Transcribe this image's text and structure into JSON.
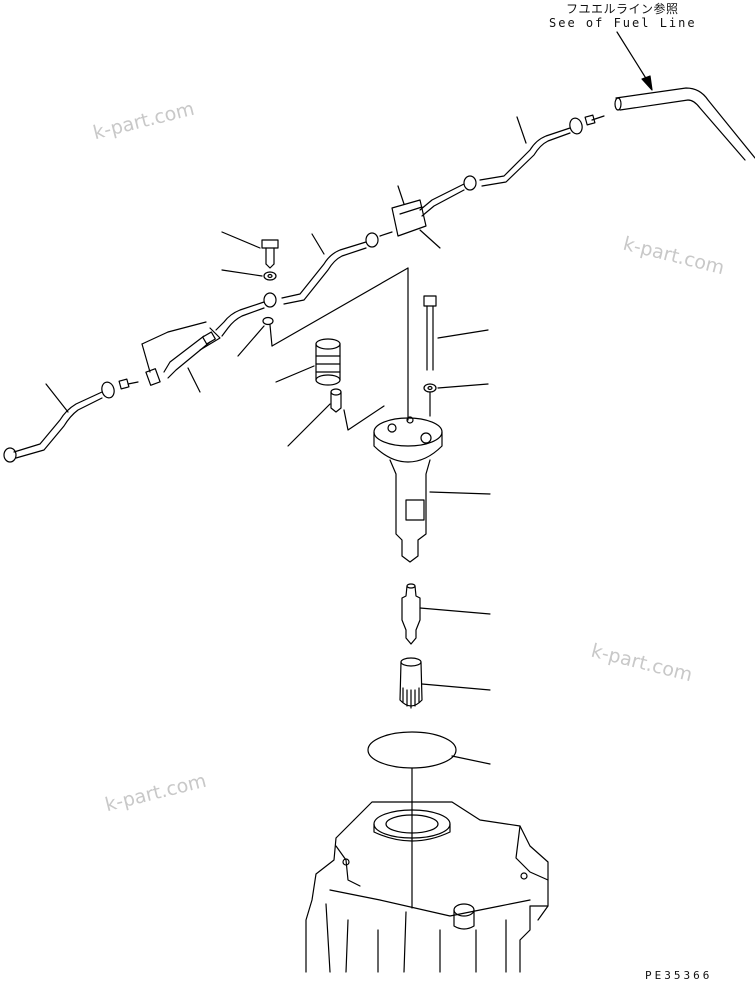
{
  "reference_note": {
    "japanese": "フユエルライン参照",
    "english": "See of Fuel Line"
  },
  "figure_number": "PE35366",
  "watermarks": [
    "k-part.com",
    "k-part.com",
    "k-part.com",
    "k-part.com"
  ],
  "colors": {
    "line": "#000000",
    "watermark": "#c8c8c8",
    "background": "#ffffff"
  }
}
